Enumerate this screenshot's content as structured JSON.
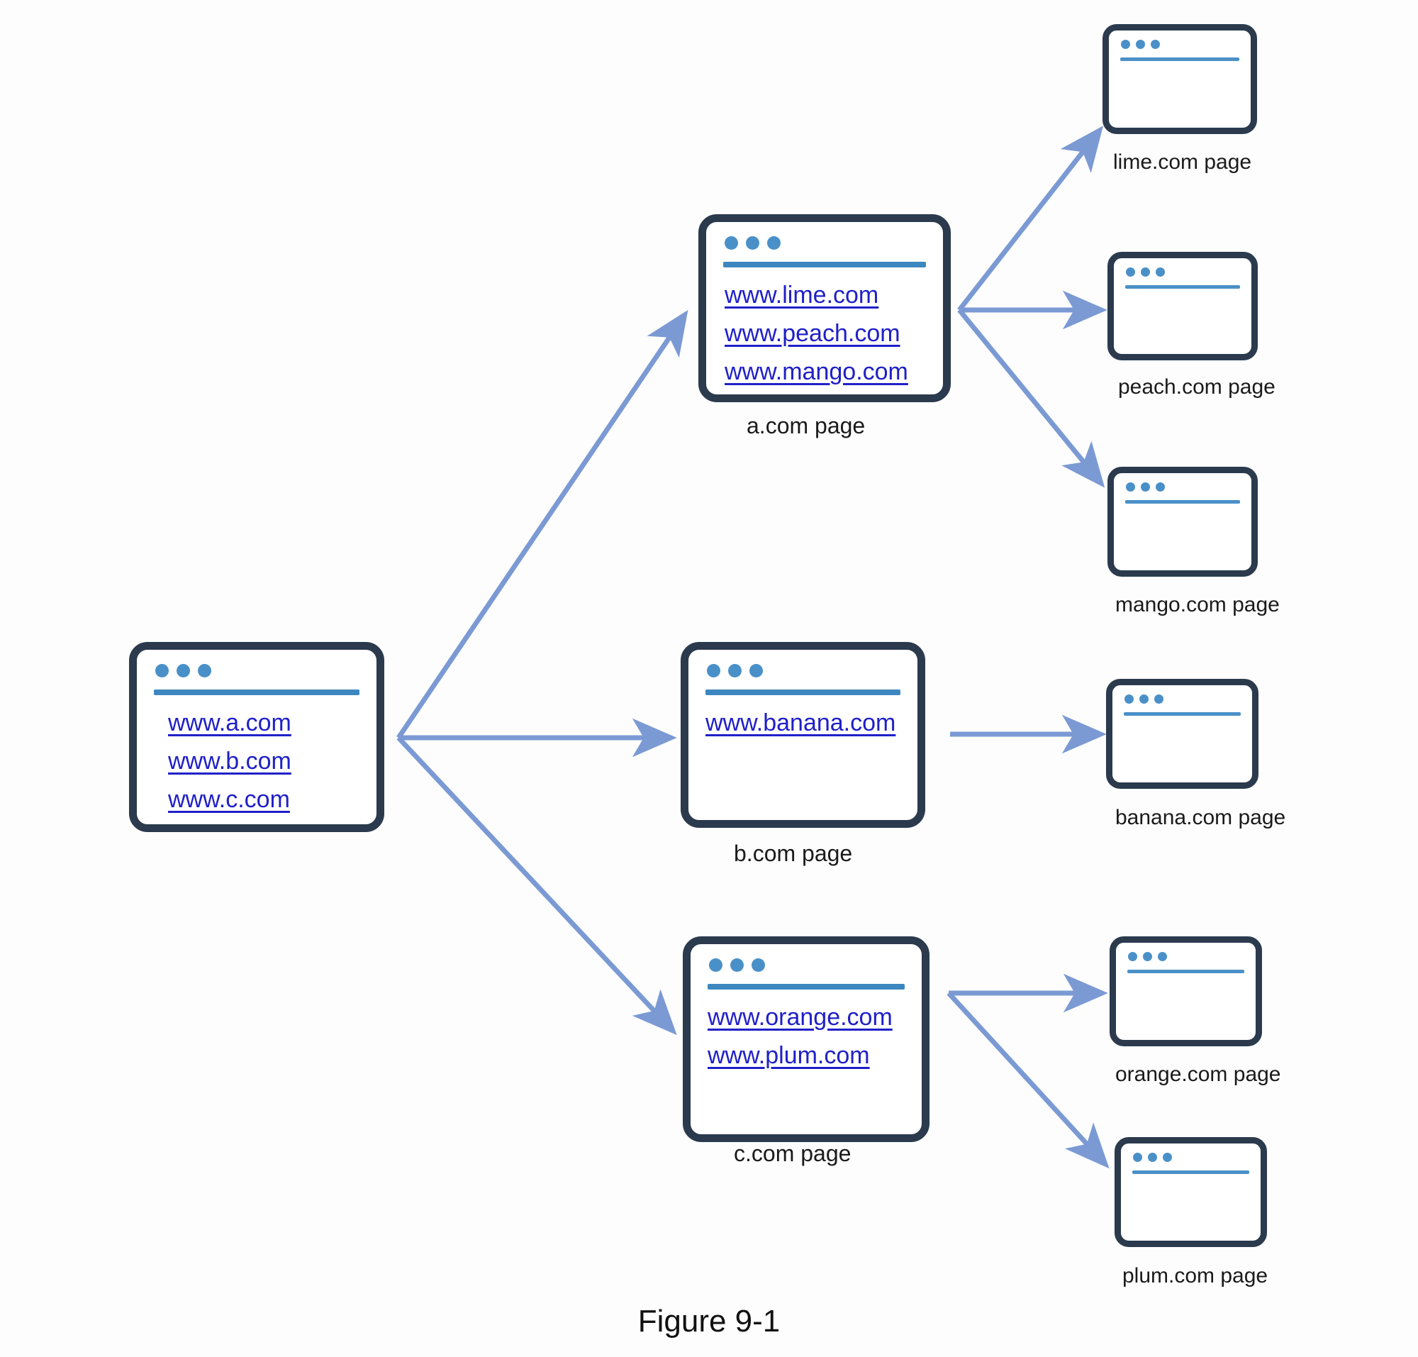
{
  "figure": {
    "caption": "Figure 9-1"
  },
  "colors": {
    "node_border": "#2b3a4d",
    "node_background": "#ffffff",
    "dot": "#4a90c8",
    "address_bar": "#3d87c0",
    "link_text": "#2020c8",
    "arrow": "#7b9ad4",
    "caption_text": "#1a1a1a",
    "page_background": "#fdfdfd"
  },
  "nodes": [
    {
      "id": "root",
      "caption": "",
      "links": [
        "www.a.com",
        "www.b.com",
        "www.c.com"
      ],
      "dots": [
        "dot-red",
        "dot-yellow",
        "dot-green"
      ]
    },
    {
      "id": "a",
      "caption": "a.com page",
      "links": [
        "www.lime.com",
        "www.peach.com",
        "www.mango.com"
      ],
      "dots": [
        "dot-red",
        "dot-yellow",
        "dot-green"
      ]
    },
    {
      "id": "b",
      "caption": "b.com page",
      "links": [
        "www.banana.com"
      ],
      "dots": [
        "dot-red",
        "dot-yellow",
        "dot-green"
      ]
    },
    {
      "id": "c",
      "caption": "c.com page",
      "links": [
        "www.orange.com",
        "www.plum.com"
      ],
      "dots": [
        "dot-red",
        "dot-yellow",
        "dot-green"
      ]
    },
    {
      "id": "lime",
      "caption": "lime.com page",
      "links": []
    },
    {
      "id": "peach",
      "caption": "peach.com page",
      "links": []
    },
    {
      "id": "mango",
      "caption": "mango.com page",
      "links": []
    },
    {
      "id": "banana",
      "caption": "banana.com page",
      "links": []
    },
    {
      "id": "orange",
      "caption": "orange.com page",
      "links": []
    },
    {
      "id": "plum",
      "caption": "plum.com page",
      "links": []
    }
  ],
  "edges": [
    {
      "from": "root",
      "to": "a",
      "label": ""
    },
    {
      "from": "root",
      "to": "b",
      "label": ""
    },
    {
      "from": "root",
      "to": "c",
      "label": ""
    },
    {
      "from": "a",
      "to": "lime",
      "label": ""
    },
    {
      "from": "a",
      "to": "peach",
      "label": ""
    },
    {
      "from": "a",
      "to": "mango",
      "label": ""
    },
    {
      "from": "b",
      "to": "banana",
      "label": ""
    },
    {
      "from": "c",
      "to": "orange",
      "label": ""
    },
    {
      "from": "c",
      "to": "plum",
      "label": ""
    }
  ]
}
